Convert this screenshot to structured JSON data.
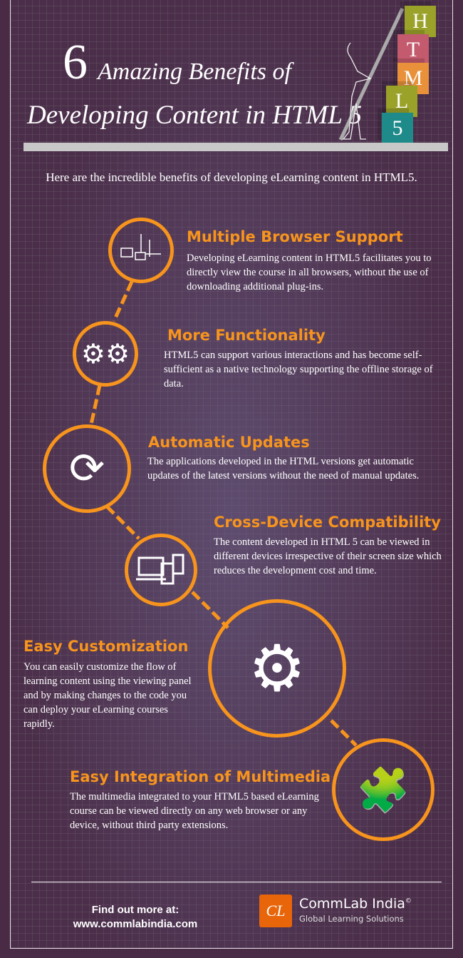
{
  "header": {
    "number": "6",
    "title_line1": "Amazing Benefits of",
    "title_line2": "Developing Content in HTML 5",
    "cubes": [
      "H",
      "T",
      "M",
      "L",
      "5"
    ]
  },
  "intro": "Here are the incredible benefits of developing eLearning content in HTML5.",
  "benefits": [
    {
      "title": "Multiple Browser Support",
      "text": "Developing eLearning content in HTML5 facilitates you to directly view the course in all browsers, without the use of downloading additional plug-ins.",
      "icon": "browser-network-icon"
    },
    {
      "title": "More Functionality",
      "text": "HTML5 can support various interactions and has become self-sufficient as a native technology supporting the offline storage of data.",
      "icon": "gears-icon"
    },
    {
      "title": "Automatic Updates",
      "text": "The applications developed in the HTML versions get automatic updates of the latest versions without the need of manual updates.",
      "icon": "refresh-icon"
    },
    {
      "title": "Cross-Device Compatibility",
      "text": "The content developed in HTML 5 can be viewed in different devices irrespective of their screen size which reduces the development cost and time.",
      "icon": "devices-icon"
    },
    {
      "title": "Easy Customization",
      "text": "You can easily customize the flow of learning content using the viewing panel and by making changes to the code you can deploy your eLearning courses rapidly.",
      "icon": "wrench-gear-icon"
    },
    {
      "title": "Easy Integration of Multimedia",
      "text": "The multimedia integrated to your HTML5 based eLearning course can be viewed directly on any web browser or any device, without third party extensions.",
      "icon": "puzzle-icon"
    }
  ],
  "footer": {
    "find_label": "Find out more at:",
    "url": "www.commlabindia.com",
    "brand": "CommLab India",
    "copyright": "©",
    "tagline": "Global Learning Solutions",
    "logo_letters": "CL"
  },
  "colors": {
    "accent": "#f7941d",
    "background": "#4a2b45"
  }
}
